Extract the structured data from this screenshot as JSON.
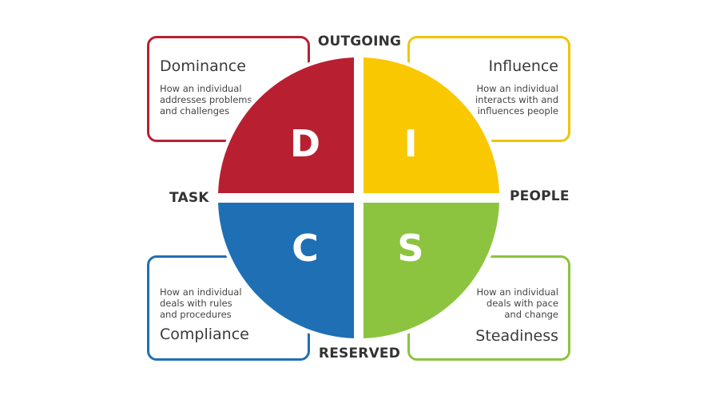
{
  "axes": {
    "top": "OUTGOING",
    "bottom": "RESERVED",
    "left": "TASK",
    "right": "PEOPLE"
  },
  "quadrants": {
    "d": {
      "letter": "D",
      "title": "Dominance",
      "description": "How an individual\naddresses problems\nand challenges",
      "color": "#b82032"
    },
    "i": {
      "letter": "I",
      "title": "Influence",
      "description": "How an individual\ninteracts with and\ninfluences people",
      "color": "#f9c800"
    },
    "c": {
      "letter": "C",
      "title": "Compliance",
      "description": "How an individual\ndeals with rules\nand procedures",
      "color": "#1f6fb5"
    },
    "s": {
      "letter": "S",
      "title": "Steadiness",
      "description": "How an individual\ndeals with pace\nand change",
      "color": "#8cc43f"
    }
  }
}
